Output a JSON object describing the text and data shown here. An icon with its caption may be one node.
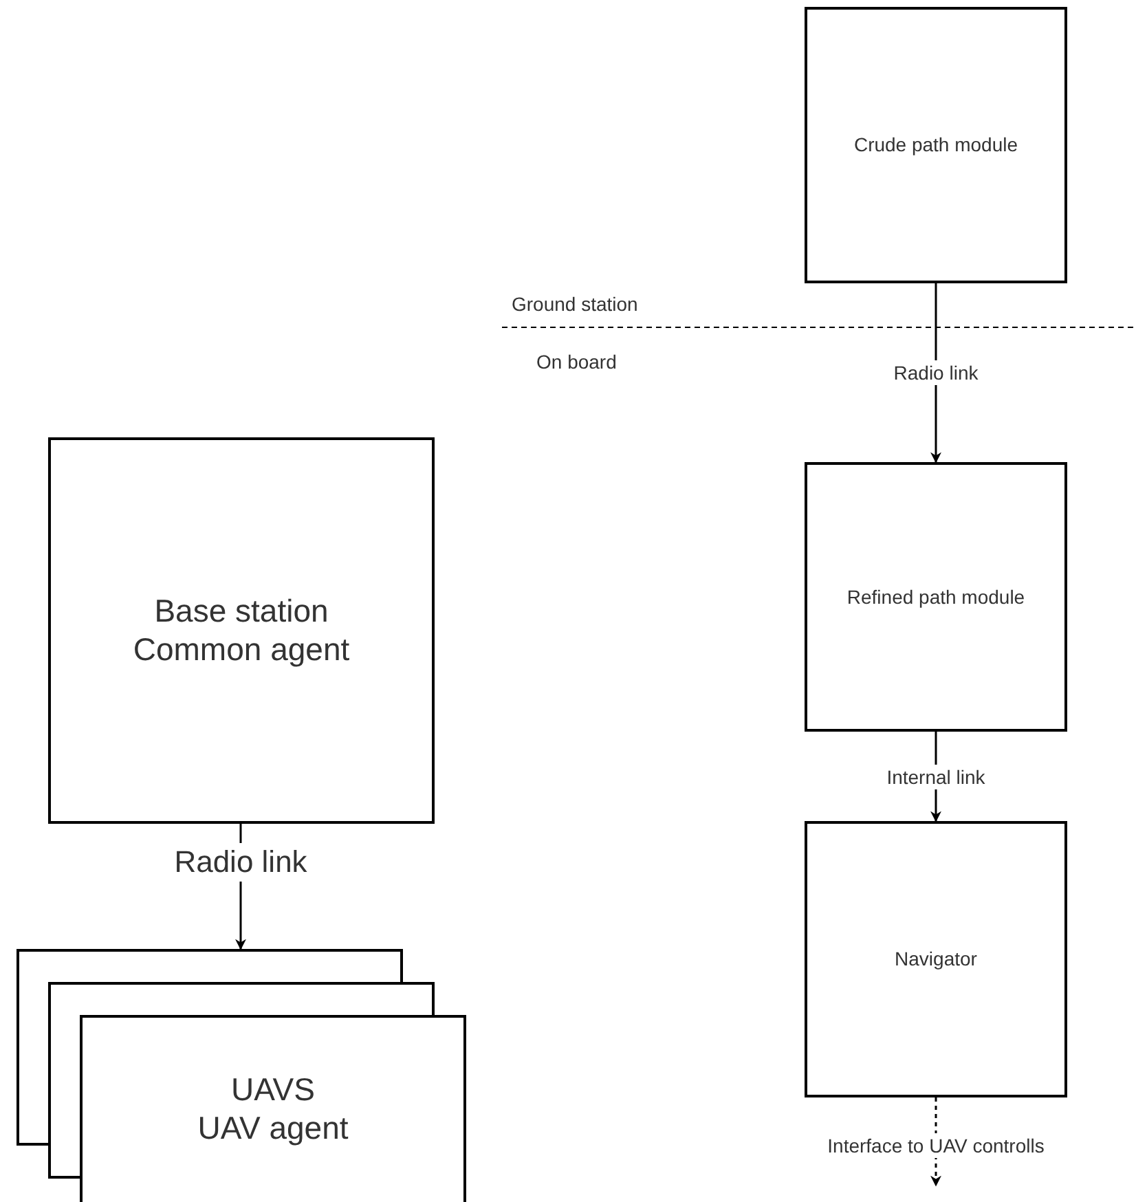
{
  "diagram": {
    "nodes": [
      {
        "text": [
          "Base station",
          "Common agent"
        ]
      },
      {
        "text": [
          "UAVS",
          "UAV agent"
        ]
      },
      {
        "text": [
          "Crude path module"
        ]
      },
      {
        "text": [
          "Refined path module"
        ]
      },
      {
        "text": [
          "Navigator"
        ]
      }
    ],
    "edges": [
      {
        "from": 0,
        "to": 1,
        "arrow": "to",
        "label": "Radio link"
      },
      {
        "from": 2,
        "to": 3,
        "arrow": "to",
        "label": "Radio link"
      },
      {
        "from": 3,
        "to": 4,
        "arrow": "to",
        "label": "Internal link"
      },
      {
        "from": 4,
        "to": null,
        "arrow": "to",
        "label": "Interface to UAV controlls",
        "style": "dashed"
      }
    ],
    "labels": [
      "Ground station",
      "On board"
    ]
  }
}
